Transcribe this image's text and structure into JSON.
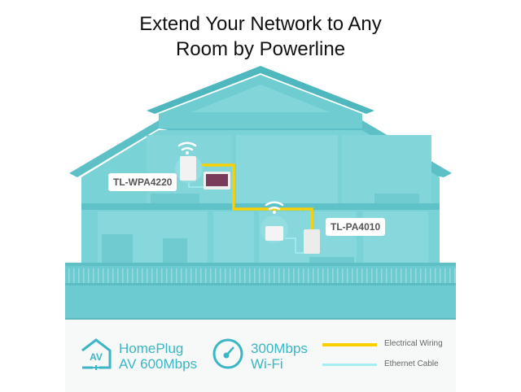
{
  "header": {
    "title_line1": "Extend Your Network to Any",
    "title_line2": "Room by Powerline"
  },
  "devices": {
    "extender_label": "TL-WPA4220",
    "adapter_label": "TL-PA4010"
  },
  "features": [
    {
      "icon": "av-house-icon",
      "line1": "HomePlug",
      "line2": "AV 600Mbps"
    },
    {
      "icon": "speedometer-icon",
      "line1": "300Mbps",
      "line2": "Wi-Fi"
    }
  ],
  "legend": [
    {
      "label": "Electrical Wiring",
      "color": "#f9d000"
    },
    {
      "label": "Ethernet Cable",
      "color": "#a6eef4"
    }
  ],
  "colors": {
    "accent": "#3ab6c4",
    "house": "#6ccbd0"
  }
}
